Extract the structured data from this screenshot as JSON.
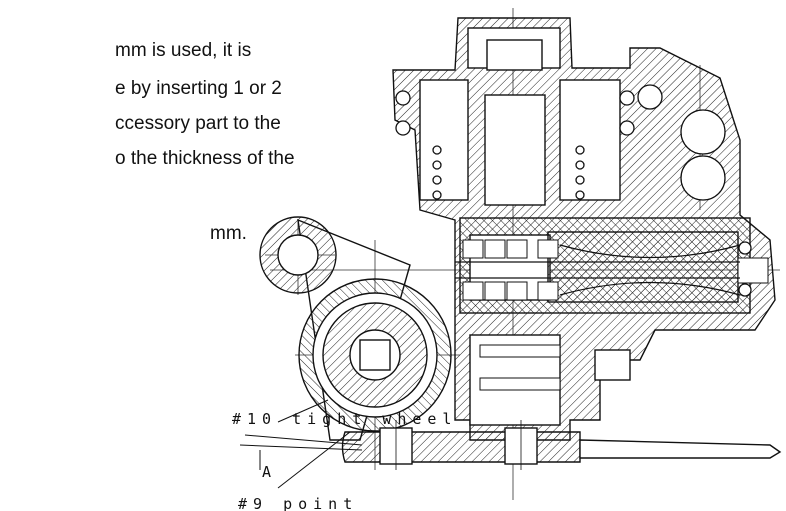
{
  "text_lines": [
    "mm is used, it is",
    "e by inserting 1 or 2",
    "ccessory part to the",
    "o the thickness of the",
    "mm."
  ],
  "labels": {
    "tight_wheel": "#10 tight wheel",
    "point": "#9 point",
    "dimension_a": "A"
  }
}
